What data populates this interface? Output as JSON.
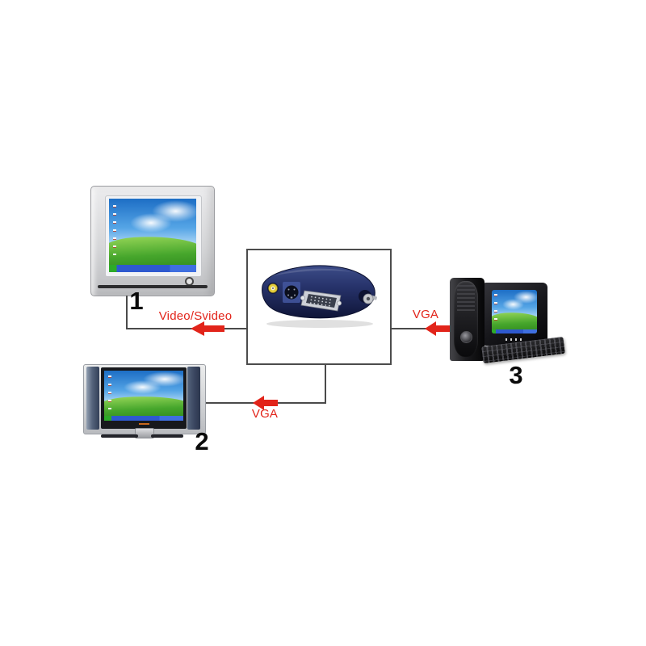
{
  "diagram": {
    "devices": {
      "crt_tv": {
        "number": "1"
      },
      "lcd_tv": {
        "number": "2"
      },
      "computer": {
        "number": "3"
      }
    },
    "connections": {
      "converter_to_crt": {
        "label": "Video/Svideo"
      },
      "pc_to_converter": {
        "label": "VGA"
      },
      "converter_to_lcd": {
        "label": "VGA"
      }
    },
    "converter_ports": [
      "composite-video-rca",
      "s-video",
      "vga",
      "bnc"
    ],
    "colors": {
      "accent_red": "#e2241a",
      "line": "#4a4a4a",
      "converter_navy": "#232c5c"
    }
  }
}
